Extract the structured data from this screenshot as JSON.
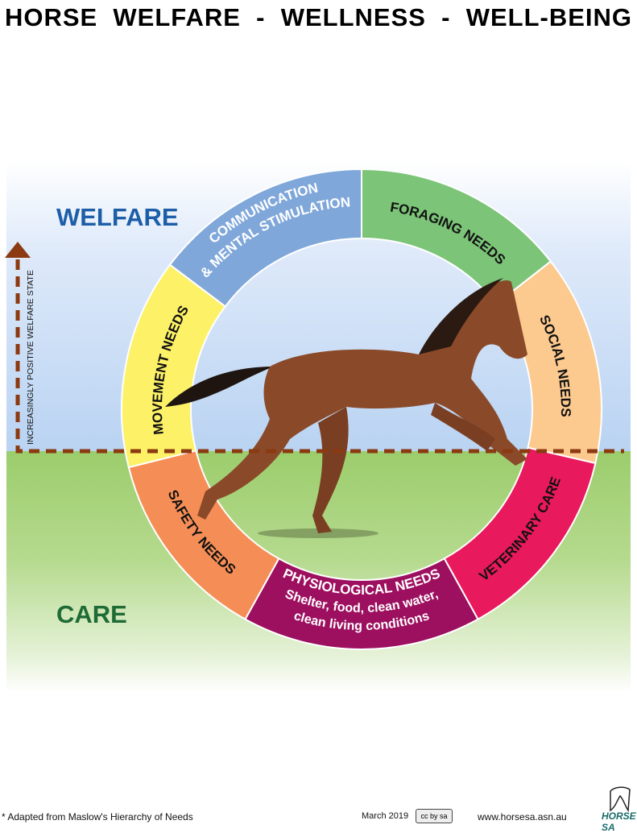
{
  "title": "HORSE  WELFARE  -  WELLNESS  -  WELL-BEING",
  "labels": {
    "welfare": "WELFARE",
    "care": "CARE",
    "axis": "INCREASINGLY POSITIVE WELFARE STATE"
  },
  "segments": [
    {
      "id": "communication",
      "lines": [
        "COMMUNICATION",
        "& MENTAL STIMULATION"
      ],
      "color": "#7fa7d9",
      "text_color": "#ffffff"
    },
    {
      "id": "foraging",
      "lines": [
        "FORAGING NEEDS"
      ],
      "color": "#7cc478",
      "text_color": "#111111"
    },
    {
      "id": "social",
      "lines": [
        "SOCIAL NEEDS"
      ],
      "color": "#fcc98f",
      "text_color": "#111111"
    },
    {
      "id": "veterinary",
      "lines": [
        "VETERINARY CARE"
      ],
      "color": "#e8195c",
      "text_color": "#111111"
    },
    {
      "id": "physiological",
      "lines": [
        "PHYSIOLOGICAL NEEDS",
        "Shelter, food, clean water,",
        "clean living conditions"
      ],
      "color": "#9d0f5f",
      "text_color": "#ffffff"
    },
    {
      "id": "safety",
      "lines": [
        "SAFETY NEEDS"
      ],
      "color": "#f58e56",
      "text_color": "#111111"
    },
    {
      "id": "movement",
      "lines": [
        "MOVEMENT NEEDS"
      ],
      "color": "#fdf167",
      "text_color": "#111111"
    }
  ],
  "footer": {
    "note": "* Adapted from Maslow's Hierarchy of Needs",
    "date": "March 2019",
    "license": "cc by sa",
    "website": "www.horsesa.asn.au",
    "logo": "HORSE SA"
  },
  "colors": {
    "arrow": "#8b3a12"
  }
}
